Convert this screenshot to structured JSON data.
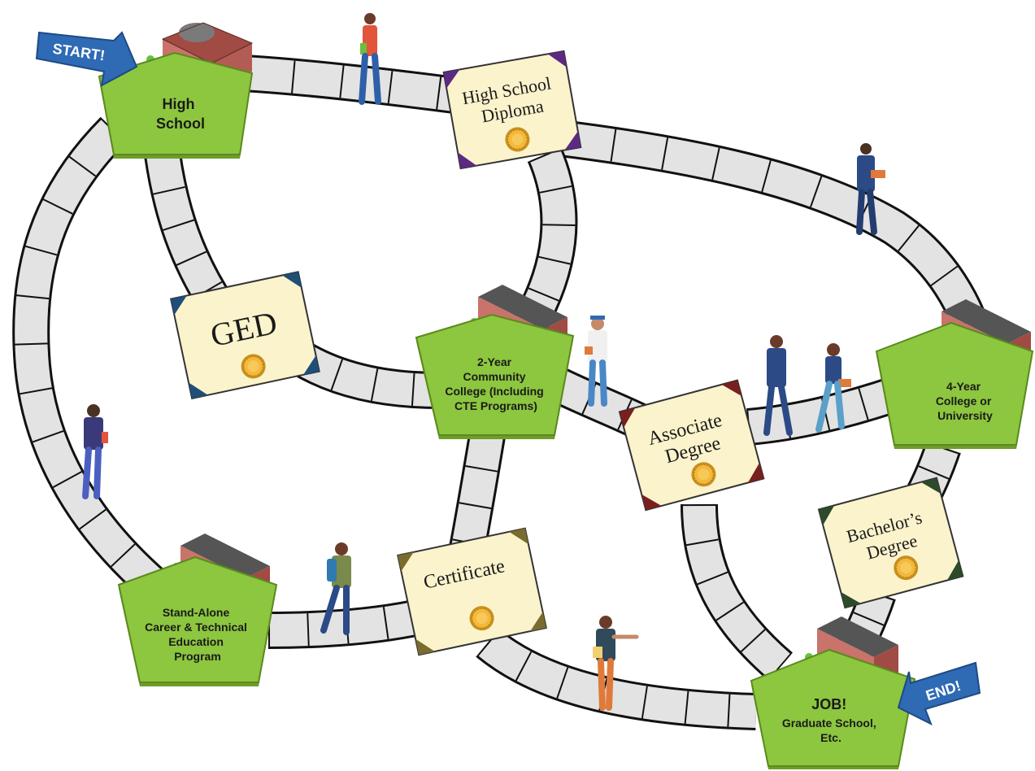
{
  "nodes": {
    "high_school": {
      "lines": [
        "High",
        "School"
      ]
    },
    "community_college": {
      "lines": [
        "2-Year",
        "Community",
        "College (Including",
        "CTE Programs)"
      ]
    },
    "four_year": {
      "lines": [
        "4-Year",
        "College or",
        "University"
      ]
    },
    "career_tech": {
      "lines": [
        "Stand-Alone",
        "Career & Technical",
        "Education",
        "Program"
      ]
    },
    "job": {
      "lines": [
        "JOB!",
        "Graduate School,",
        "Etc."
      ]
    }
  },
  "credentials": {
    "high_school_diploma": {
      "lines": [
        "High School",
        "Diploma"
      ]
    },
    "ged": {
      "lines": [
        "GED"
      ]
    },
    "associate": {
      "lines": [
        "Associate",
        "Degree"
      ]
    },
    "certificate": {
      "lines": [
        "Certificate"
      ]
    },
    "bachelors": {
      "lines": [
        "Bachelor’s",
        "Degree"
      ]
    }
  },
  "arrows": {
    "start": "START!",
    "end": "END!"
  },
  "colors": {
    "node_fill": "#8dc63f",
    "node_stroke": "#5a8a1e",
    "road_fill": "#e3e3e3",
    "road_stroke": "#111111",
    "paper": "#fbf3cc",
    "seal": "#f4b83a",
    "arrow": "#2f6ab4",
    "building": "#c9736b",
    "corner_purple": "#5c2a82",
    "corner_blue": "#1f4e79",
    "corner_maroon": "#7a1f1f",
    "corner_olive": "#7a6b2e",
    "corner_green": "#2d4a2a"
  }
}
